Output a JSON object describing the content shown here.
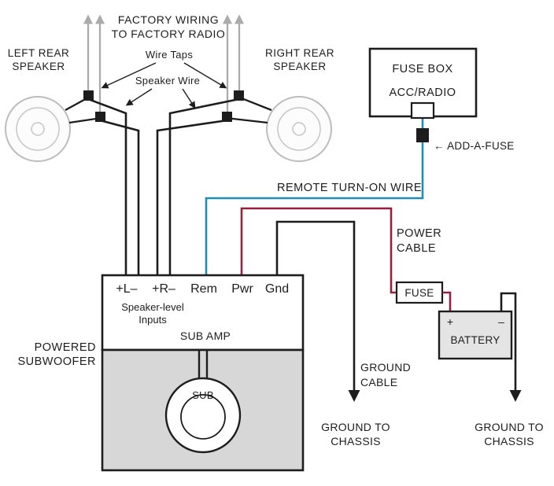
{
  "colors": {
    "factory_gray": "#ababab",
    "gray_text": "#9e9e9e",
    "wire_black": "#1d1d1d",
    "remote_teal": "#1e8fae",
    "power_red": "#97203e",
    "enclosure_gray": "#d7d7d7",
    "battery_gray": "#e4e4e4"
  },
  "factory": {
    "wiring_label": [
      "FACTORY WIRING",
      "TO FACTORY RADIO"
    ],
    "left_speaker": [
      "LEFT REAR",
      "SPEAKER"
    ],
    "right_speaker": [
      "RIGHT REAR",
      "SPEAKER"
    ],
    "wire_taps": "Wire Taps",
    "speaker_wire": "Speaker Wire"
  },
  "fuse_box": {
    "title": "FUSE BOX",
    "slot": "ACC/RADIO",
    "add_a_fuse": "← ADD-A-FUSE"
  },
  "remote_wire": "REMOTE TURN-ON WIRE",
  "power": {
    "cable": [
      "POWER",
      "CABLE"
    ],
    "fuse": "FUSE",
    "battery": "BATTERY",
    "plus": "+",
    "minus": "–"
  },
  "amp": {
    "input_l": "+L–",
    "input_r": "+R–",
    "input_rem": "Rem",
    "input_pwr": "Pwr",
    "input_gnd": "Gnd",
    "speaker_level": [
      "Speaker-level",
      "Inputs"
    ],
    "title": "SUB AMP",
    "powered": [
      "POWERED",
      "SUBWOOFER"
    ],
    "sub": "SUB"
  },
  "ground": {
    "cable": [
      "GROUND",
      "CABLE"
    ],
    "chassis": [
      "GROUND TO",
      "CHASSIS"
    ]
  }
}
